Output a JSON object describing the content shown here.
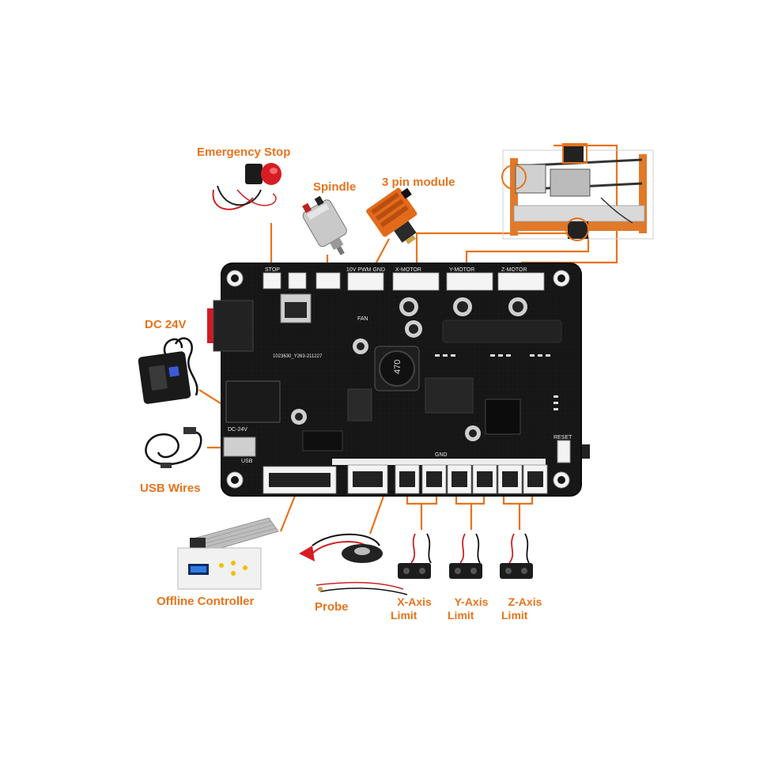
{
  "labels": {
    "emergency_stop": "Emergency Stop",
    "spindle": "Spindle",
    "pin_module": "3 pin module",
    "dc24v": "DC 24V",
    "usb_wires": "USB Wires",
    "offline_controller": "Offline Controller",
    "probe": "Probe",
    "x_limit_1": "X-Axis",
    "x_limit_2": "Limit",
    "y_limit_1": "Y-Axis",
    "y_limit_2": "Limit",
    "z_limit_1": "Z-Axis",
    "z_limit_2": "Limit"
  },
  "board_silk": {
    "stop": "STOP",
    "x_motor": "X-MOTOR",
    "y_motor": "Y-MOTOR",
    "z_motor": "Z-MOTOR",
    "fan": "FAN",
    "pwm": "10V PWM GND",
    "dc24": "DC-24V",
    "usb": "USB",
    "gnd": "GND",
    "reset": "RESET",
    "inductor": "470",
    "model": "1023630_Y263-211227"
  },
  "colors": {
    "accent": "#e8731c",
    "board": "#161616"
  }
}
